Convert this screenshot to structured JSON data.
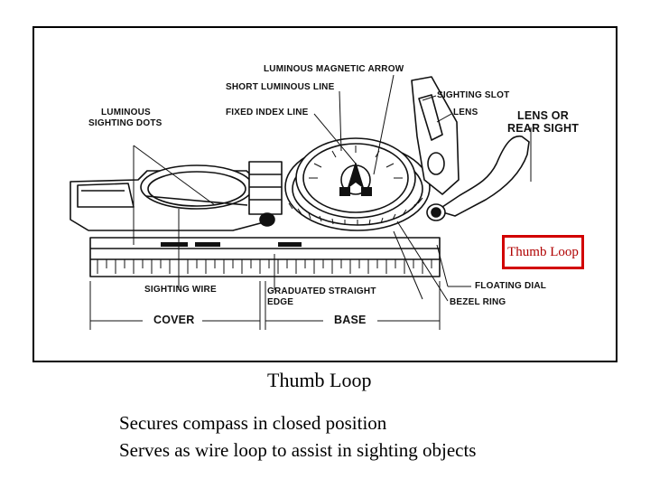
{
  "diagram": {
    "labels": {
      "luminous_arrow": "LUMINOUS MAGNETIC ARROW",
      "short_line": "SHORT LUMINOUS LINE",
      "fixed_index": "FIXED INDEX LINE",
      "sighting_dots_1": "LUMINOUS",
      "sighting_dots_2": "SIGHTING DOTS",
      "sighting_slot": "SIGHTING SLOT",
      "lens": "LENS",
      "lens_rear_1": "LENS OR",
      "lens_rear_2": "REAR SIGHT",
      "sighting_wire": "SIGHTING WIRE",
      "straight_edge_1": "GRADUATED STRAIGHT",
      "straight_edge_2": "EDGE",
      "floating_dial": "FLOATING DIAL",
      "bezel_ring": "BEZEL RING",
      "cover": "COVER",
      "base": "BASE"
    },
    "highlight_label": "Thumb Loop"
  },
  "caption": {
    "title": "Thumb Loop",
    "lines": [
      "Secures compass in closed position",
      "Serves as wire loop to assist in sighting objects"
    ]
  },
  "colors": {
    "highlight_border": "#d20000"
  }
}
